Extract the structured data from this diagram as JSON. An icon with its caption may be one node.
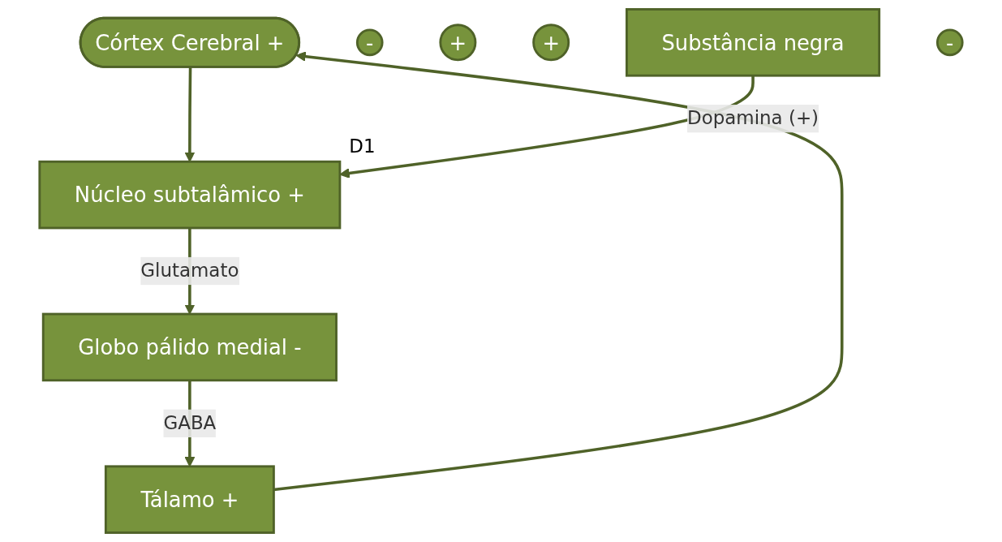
{
  "diagram": {
    "nodes": [
      {
        "text": [
          "Córtex Cerebral +"
        ]
      },
      {
        "text": [
          "-"
        ]
      },
      {
        "text": [
          "+"
        ]
      },
      {
        "text": [
          "Tálamo +"
        ]
      },
      {
        "text": [
          "Núcleo subtalâmico +"
        ],
        "beside": [
          "D1"
        ]
      },
      {
        "text": [
          "+"
        ]
      },
      {
        "text": [
          "Substância negra"
        ]
      },
      {
        "text": [
          "Globo pálido medial -"
        ]
      },
      {
        "text": [
          "-"
        ]
      }
    ],
    "edges": [
      {
        "from": 3,
        "to": 0,
        "arrow": "to"
      },
      {
        "from": 0,
        "to": 4,
        "arrow": "to"
      },
      {
        "from": 4,
        "to": 7,
        "arrow": "to",
        "label": "Glutamato"
      },
      {
        "from": 7,
        "to": 3,
        "arrow": "to",
        "label": "GABA"
      },
      {
        "from": 6,
        "to": 4,
        "arrow": "to",
        "label": "Dopamina (+)"
      }
    ]
  }
}
